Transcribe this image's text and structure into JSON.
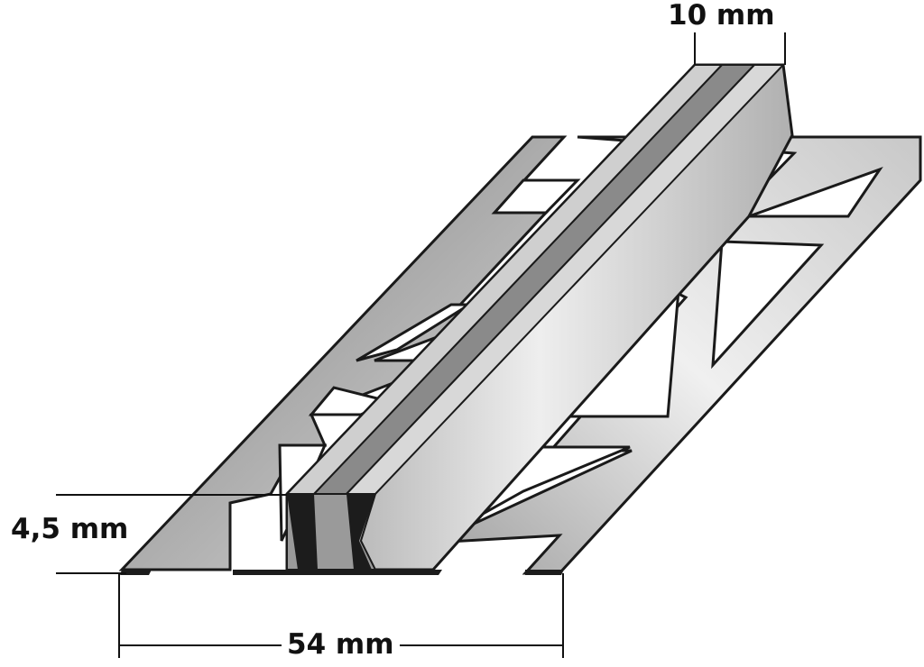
{
  "diagram": {
    "subject": "tile expansion joint profile (perforated anchoring legs with flexible center insert)",
    "colors": {
      "background": "#ffffff",
      "outline": "#1a1a1a",
      "metal_light": "#e6e6e6",
      "metal_mid": "#b4b4b4",
      "metal_dark": "#8c8c8c",
      "insert_band": "#8a8a8a",
      "cross_section_dark": "#1c1c1c"
    },
    "dimensions": {
      "top_width": {
        "label": "10 mm",
        "meaning": "joint width (top)"
      },
      "height": {
        "label": "4,5 mm",
        "meaning": "profile height"
      },
      "base_width": {
        "label": "54 mm",
        "meaning": "overall width"
      }
    }
  }
}
